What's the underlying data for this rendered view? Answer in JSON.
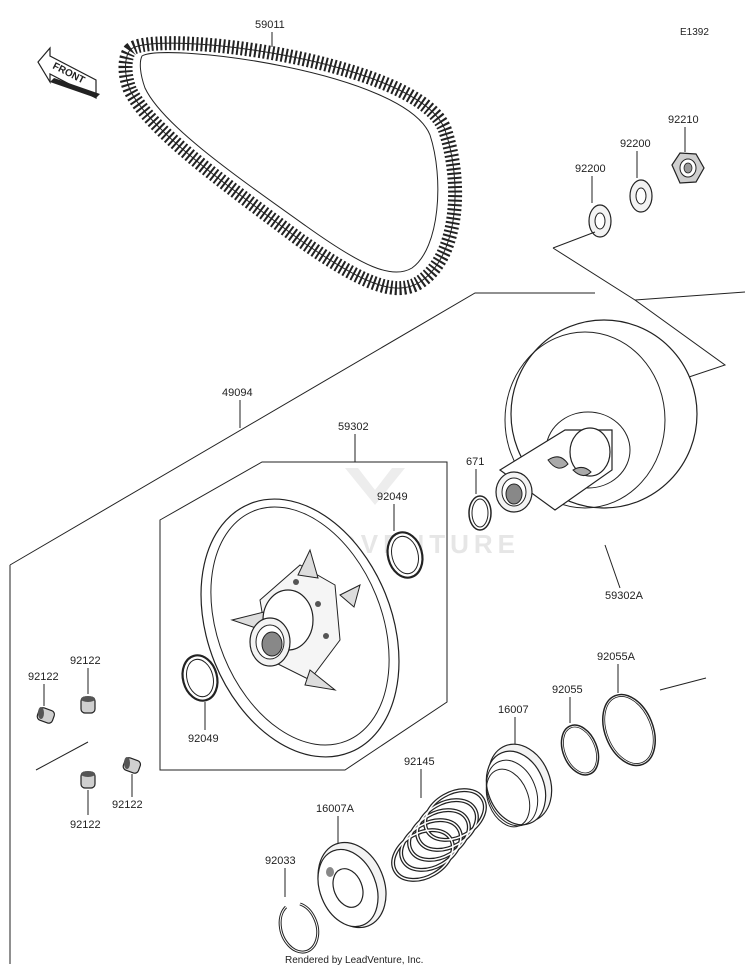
{
  "diagram_code": "E1392",
  "front_label": "FRONT",
  "watermark": "LEADVENTURE",
  "footer": "Rendered by LeadVenture, Inc.",
  "parts": {
    "belt": "59011",
    "nut": "92210",
    "washer_outer": "92200",
    "washer_inner": "92200",
    "driven_assembly": "49094",
    "sheave_movable": "59302",
    "sheave_fixed": "59302A",
    "ring_671": "671",
    "seal_upper": "92049",
    "seal_lower": "92049",
    "pin_a": "92122",
    "pin_b": "92122",
    "pin_c": "92122",
    "pin_d": "92122",
    "oring_a": "92055A",
    "oring_b": "92055",
    "cam_16007": "16007",
    "spring": "92145",
    "cam_16007a": "16007A",
    "circlip": "92033"
  }
}
